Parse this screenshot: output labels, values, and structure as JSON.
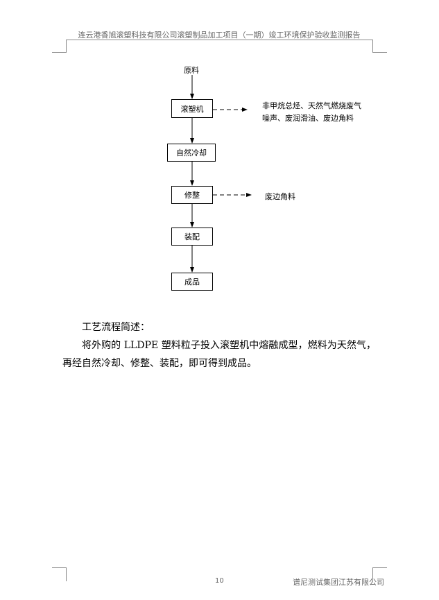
{
  "header": {
    "title": "连云港香旭滚塑科技有限公司滚塑制品加工项目（一期）竣工环境保护验收监测报告"
  },
  "flow": {
    "input": "原料",
    "steps": [
      "滚塑机",
      "自然冷却",
      "修整",
      "装配",
      "成品"
    ],
    "outputs": {
      "rotomolder_line1": "非甲烷总烃、天然气燃烧废气",
      "rotomolder_line2": "噪声、废润滑油、废边角料",
      "trimming": "废边角料"
    }
  },
  "body": {
    "heading": "工艺流程简述：",
    "paragraph": "将外购的 LLDPE 塑料粒子投入滚塑机中熔融成型，燃料为天然气，再经自然冷却、修整、装配，即可得到成品。"
  },
  "footer": {
    "page_number": "10",
    "company": "谱尼测试集团江苏有限公司"
  }
}
